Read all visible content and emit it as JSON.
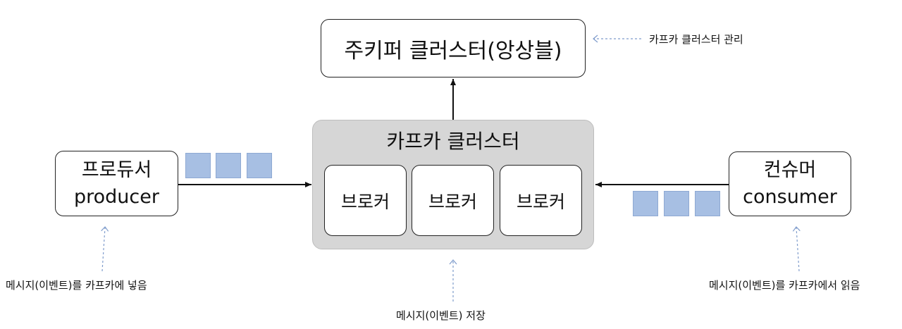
{
  "zookeeper": {
    "label": "주키퍼 클러스터(앙상블)"
  },
  "producer": {
    "label_ko": "프로듀서",
    "label_en": "producer"
  },
  "consumer": {
    "label_ko": "컨슈머",
    "label_en": "consumer"
  },
  "kafka_cluster": {
    "title": "카프카 클러스터",
    "brokers": [
      "브로커",
      "브로커",
      "브로커"
    ]
  },
  "notes": {
    "zookeeper": "카프카 클러스터 관리",
    "producer": "메시지(이벤트)를 카프카에 넣음",
    "cluster": "메시지(이벤트) 저장",
    "consumer": "메시지(이벤트)를 카프카에서 읽음"
  },
  "colors": {
    "message_block": "#a7bfe3",
    "cluster_bg": "#d6d6d6",
    "dashed_arrow": "#7f9ccc"
  }
}
